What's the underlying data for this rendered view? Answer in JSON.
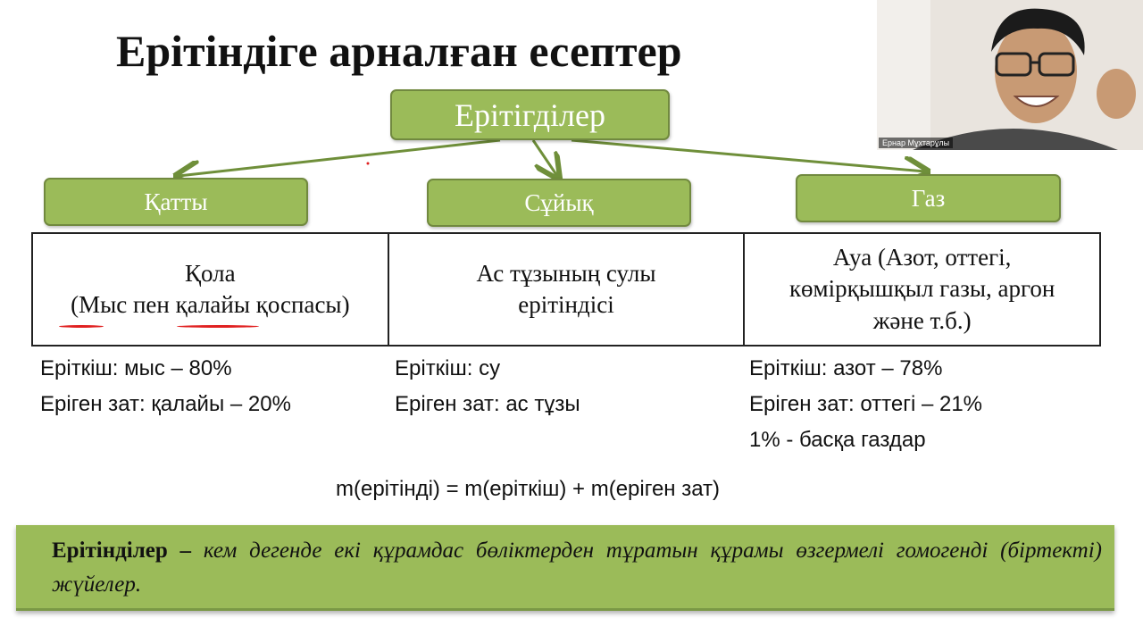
{
  "slide": {
    "title": "Ерітіндіге арналған есептер",
    "root": "Ерітігділер",
    "categories": [
      {
        "label": "Қатты",
        "example_lines": [
          "Қола",
          "(Мыс пен қалайы қоспасы)"
        ],
        "info_lines": [
          "Еріткіш: мыс – 80%",
          "Еріген зат: қалайы – 20%"
        ]
      },
      {
        "label": "Сұйық",
        "example_lines": [
          "Ас тұзының сулы",
          "ерітіндісі"
        ],
        "info_lines": [
          "Еріткіш: су",
          "Еріген зат: ас тұзы"
        ]
      },
      {
        "label": "Газ",
        "example_lines": [
          "Ауа (Азот, оттегі,",
          "көмірқышқыл газы, аргон",
          "және т.б.)"
        ],
        "info_lines": [
          "Еріткіш: азот – 78%",
          "Еріген зат: оттегі – 21%",
          "1% - басқа газдар"
        ]
      }
    ],
    "formula": "m(ерітінді) = m(еріткіш) + m(еріген зат)",
    "definition": {
      "term": "Ерітінділер",
      "dash": " – ",
      "text": "кем дегенде екі құрамдас бөліктерден тұратын құрамы өзгермелі гомогенді (біртекті) жүйелер."
    }
  },
  "webcam": {
    "participant_name": "Ернар Мұхтарұлы"
  },
  "colors": {
    "box_fill": "#9bbb59",
    "box_border": "#71893f",
    "arrow": "#6f8f3a",
    "annotation": "#e02020"
  }
}
